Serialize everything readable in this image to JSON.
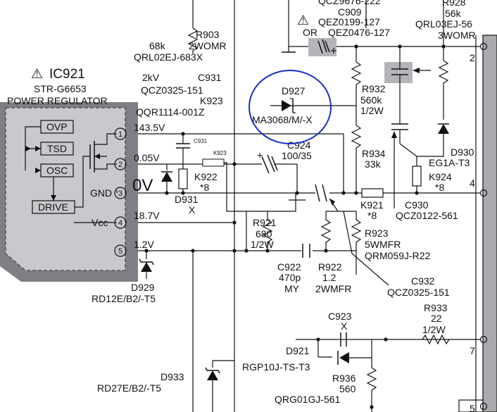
{
  "ic": {
    "warn_symbol": "⚠",
    "name": "IC921",
    "part": "STR-G6653",
    "function": "POWER REGULATOR",
    "blocks": [
      "OVP",
      "TSD",
      "OSC",
      "DRIVE"
    ],
    "pins": [
      "1",
      "2",
      "3",
      "4",
      "5"
    ],
    "pin_names": {
      "gnd": "GND",
      "vcc": "Vcc"
    },
    "pin_voltages": {
      "p1": "143.5V",
      "p2": "0.05V",
      "p3": "0V",
      "p4": "18.7V",
      "p5": "1.2V"
    }
  },
  "components": {
    "r903": {
      "ref": "R903",
      "spec": "2WOMR",
      "value": "68k",
      "part": "QRL02EJ-683X"
    },
    "c931": {
      "ref": "C931",
      "rating": "2kV",
      "part": "QCZ0325-151",
      "mini": "C931"
    },
    "k923": {
      "ref": "K923",
      "part": "QQR1114-001Z",
      "mini": "K923"
    },
    "d927": {
      "ref": "D927",
      "part": "MA3068/M/-X"
    },
    "top_cap": {
      "part_cut": "QCZ9676-222",
      "ref": "C909",
      "part1": "QEZ0199-127",
      "or": "OR",
      "part2": "QEZ0476-127",
      "warn": "⚠"
    },
    "r928": {
      "ref": "R928",
      "value": "56k",
      "part": "QRL03EJ-56",
      "spec": "3WOMR"
    },
    "r932": {
      "ref": "R932",
      "value": "560k",
      "spec": "1/2W"
    },
    "r934": {
      "ref": "R934",
      "value": "33k"
    },
    "c924": {
      "ref": "C924",
      "value": "100/35",
      "plus": "+"
    },
    "k922": {
      "ref": "K922",
      "note": "*8"
    },
    "d931": {
      "ref": "D931",
      "part": "X"
    },
    "d930": {
      "ref": "D930",
      "part": "EG1A-T3"
    },
    "k924": {
      "ref": "K924",
      "note": "*8"
    },
    "k921": {
      "ref": "K921",
      "note": "*8"
    },
    "c930": {
      "ref": "C930",
      "part": "QCZ0122-561"
    },
    "r921": {
      "ref": "R921",
      "value": "680",
      "spec": "1/2W"
    },
    "r923": {
      "ref": "R923",
      "spec": "5WMFR",
      "part": "QRM059J-R22"
    },
    "c922": {
      "ref": "C922",
      "value": "470p",
      "type": "MY"
    },
    "r922": {
      "ref": "R922",
      "value": "1.2",
      "spec": "2WMFR"
    },
    "c932": {
      "ref": "C932",
      "part": "QCZ0325-151"
    },
    "d929": {
      "ref": "D929",
      "part": "RD12E/B2/-T5"
    },
    "c923": {
      "ref": "C923",
      "value": "X"
    },
    "r933": {
      "ref": "R933",
      "value": "22",
      "spec": "1/2W"
    },
    "d921": {
      "ref": "D921",
      "part": "RGP10J-TS-T3"
    },
    "r936": {
      "ref": "R936",
      "value": "560",
      "part": "QRG01GJ-561"
    },
    "d933": {
      "ref": "D933",
      "part": "RD27E/B2/-T5"
    }
  },
  "transformer_pins": [
    "2",
    "4",
    "7",
    "5"
  ],
  "colors": {
    "ic_fill": "#c8c9cc",
    "ic_shadow": "#7d7f84",
    "highlight": "#1a2fc8",
    "callout": "#b3b5b8",
    "transformer": "#a9abae"
  }
}
